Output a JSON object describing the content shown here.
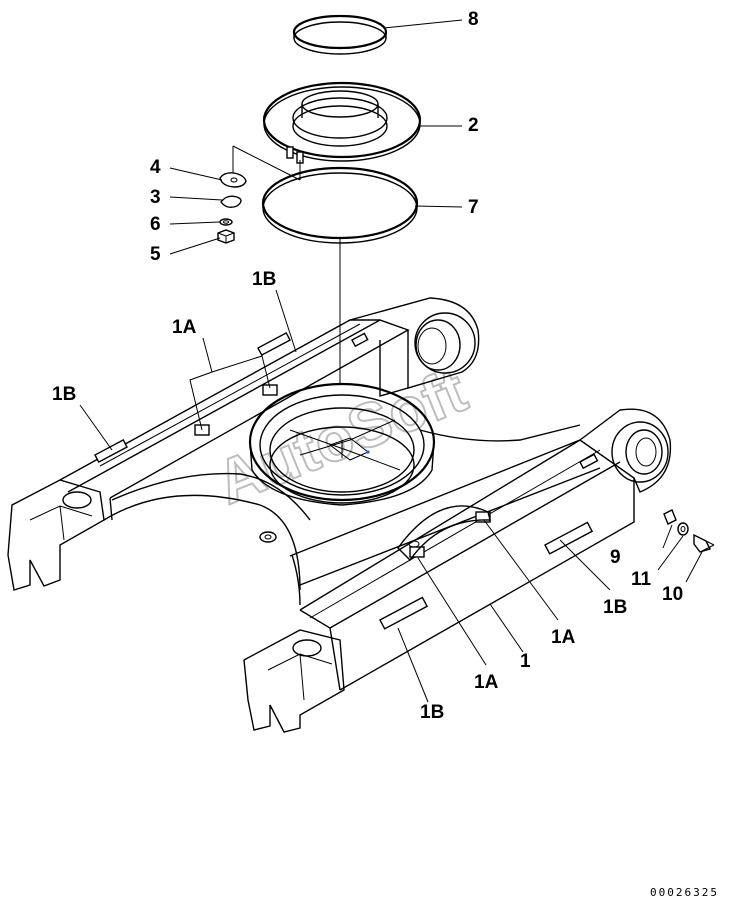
{
  "watermark": "AutoSoft",
  "drawing_code": "00026325",
  "callouts": {
    "c8": "8",
    "c2": "2",
    "c7": "7",
    "c4": "4",
    "c3": "3",
    "c6": "6",
    "c5": "5",
    "c1B_top": "1B",
    "c1A_top": "1A",
    "c1B_left": "1B",
    "c9": "9",
    "c11": "11",
    "c10": "10",
    "c1B_right": "1B",
    "c1A_right": "1A",
    "c1": "1",
    "c1A_bottom": "1A",
    "c1B_bottom": "1B"
  }
}
